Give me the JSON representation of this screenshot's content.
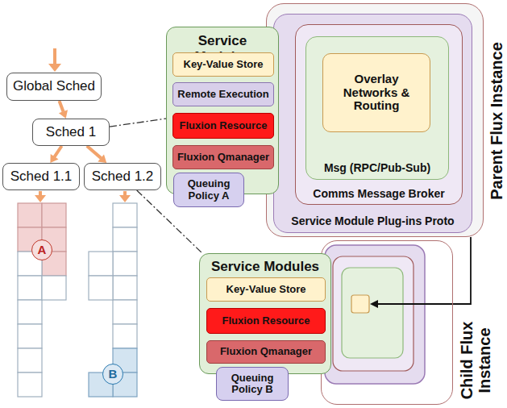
{
  "diagram": {
    "nodes": [
      {
        "text": [
          "Parent Flux Instance"
        ]
      },
      {
        "text": [
          "Service Module Plug-ins Proto"
        ],
        "in": 0
      },
      {
        "text": [
          "Comms Message Broker"
        ],
        "in": 1
      },
      {
        "text": [
          "Msg (RPC/Pub-Sub)"
        ],
        "in": 2
      },
      {
        "text": [
          "Overlay Networks & Routing"
        ],
        "in": 3
      },
      {
        "text": [
          "Service Modules"
        ]
      },
      {
        "text": [
          "Key-Value Store"
        ],
        "in": 5
      },
      {
        "text": [
          "Remote Execution"
        ],
        "in": 5
      },
      {
        "text": [
          "Fluxion Resource"
        ],
        "in": 5
      },
      {
        "text": [
          "Fluxion Qmanager"
        ],
        "in": 5
      },
      {
        "text": [
          "Queuing Policy A"
        ],
        "in": 5
      },
      {
        "text": [
          "Child Flux Instance"
        ]
      },
      {
        "text": [
          "Service Modules"
        ]
      },
      {
        "text": [
          "Key-Value Store"
        ],
        "in": 12
      },
      {
        "text": [
          "Fluxion Resource"
        ],
        "in": 12
      },
      {
        "text": [
          "Fluxion Qmanager"
        ],
        "in": 12
      },
      {
        "text": [
          "Queuing Policy B"
        ],
        "in": 12
      },
      {
        "text": [
          "Global Sched"
        ]
      },
      {
        "text": [
          "Sched 1"
        ]
      },
      {
        "text": [
          "Sched 1.1"
        ]
      },
      {
        "text": [
          "Sched 1.2"
        ]
      },
      {
        "text": [
          "A"
        ]
      },
      {
        "text": [
          "B"
        ]
      }
    ],
    "edges": [
      {
        "from": 17,
        "to": 18,
        "arrow": "to"
      },
      {
        "from": 18,
        "to": 19,
        "arrow": "to"
      },
      {
        "from": 18,
        "to": 20,
        "arrow": "to"
      },
      {
        "from": 18,
        "to": 5,
        "arrow": "none"
      },
      {
        "from": 20,
        "to": 12,
        "arrow": "none"
      }
    ]
  }
}
